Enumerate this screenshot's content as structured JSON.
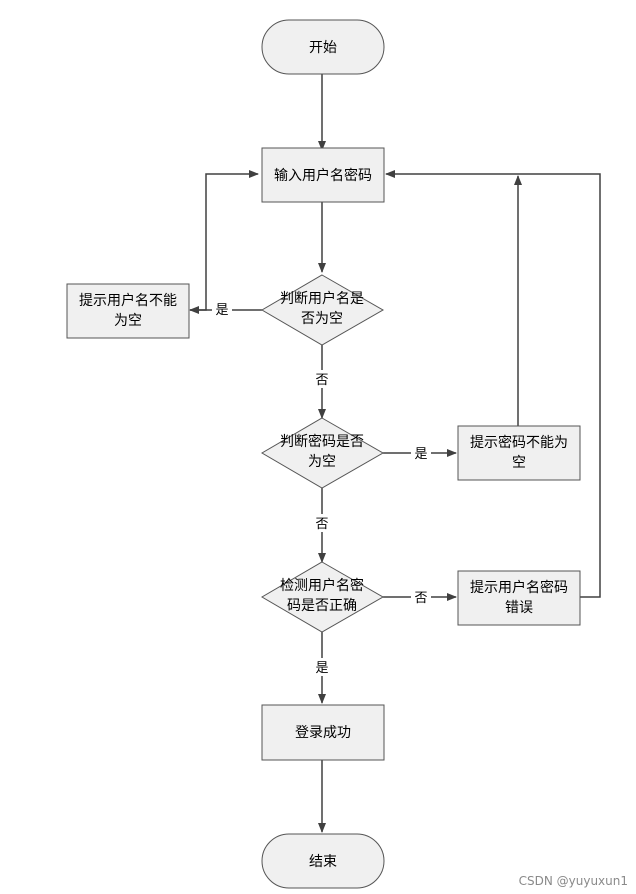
{
  "colors": {
    "stroke": "#555555",
    "fill_box": "#f0f0f0",
    "fill_terminal": "#f0f0f0",
    "line": "#404040"
  },
  "nodes": {
    "start": "开始",
    "input": "输入用户名密码",
    "check_username": [
      "判断用户名是",
      "否为空"
    ],
    "username_empty": [
      "提示用户名不能",
      "为空"
    ],
    "check_password": [
      "判断密码是否",
      "为空"
    ],
    "password_empty": [
      "提示密码不能为",
      "空"
    ],
    "verify": [
      "检测用户名密",
      "码是否正确"
    ],
    "wrong": [
      "提示用户名密码",
      "错误"
    ],
    "success": "登录成功",
    "end": "结束"
  },
  "edge_labels": {
    "username_yes": "是",
    "username_no": "否",
    "password_yes": "是",
    "password_no": "否",
    "verify_no": "否",
    "verify_yes": "是"
  },
  "watermark": "CSDN @yuyuxun1"
}
